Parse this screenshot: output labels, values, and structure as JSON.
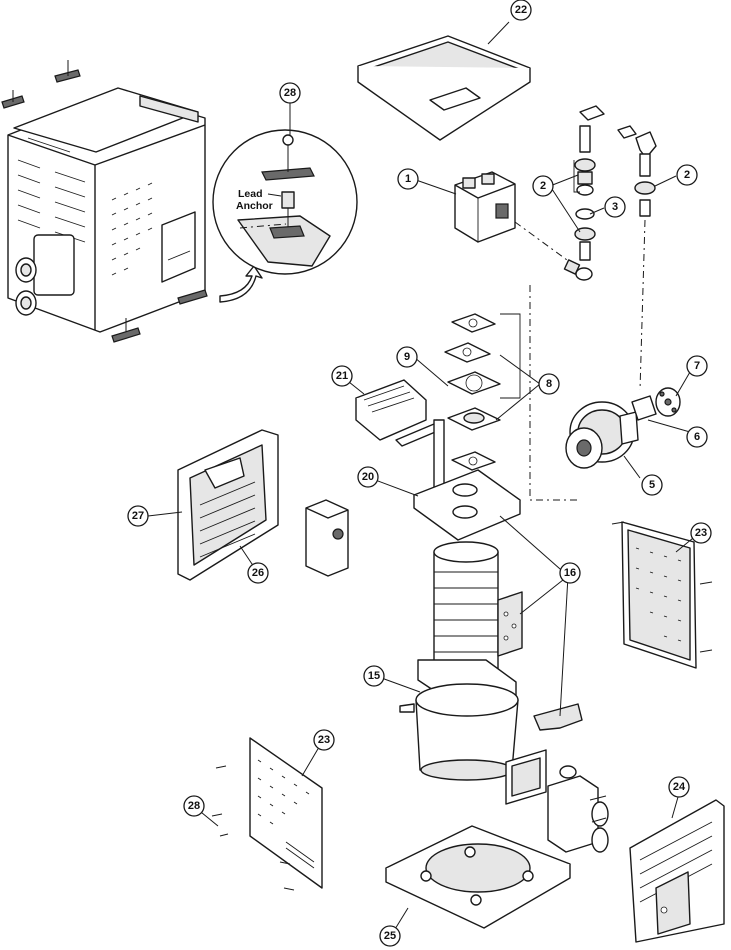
{
  "diagram": {
    "callouts": [
      {
        "id": "c1",
        "label": "1"
      },
      {
        "id": "c2a",
        "label": "2"
      },
      {
        "id": "c2b",
        "label": "2"
      },
      {
        "id": "c3",
        "label": "3"
      },
      {
        "id": "c5",
        "label": "5"
      },
      {
        "id": "c6",
        "label": "6"
      },
      {
        "id": "c7",
        "label": "7"
      },
      {
        "id": "c8",
        "label": "8"
      },
      {
        "id": "c9",
        "label": "9"
      },
      {
        "id": "c15",
        "label": "15"
      },
      {
        "id": "c16",
        "label": "16"
      },
      {
        "id": "c20",
        "label": "20"
      },
      {
        "id": "c21",
        "label": "21"
      },
      {
        "id": "c22",
        "label": "22"
      },
      {
        "id": "c23a",
        "label": "23"
      },
      {
        "id": "c23b",
        "label": "23"
      },
      {
        "id": "c24",
        "label": "24"
      },
      {
        "id": "c25",
        "label": "25"
      },
      {
        "id": "c26",
        "label": "26"
      },
      {
        "id": "c27",
        "label": "27"
      },
      {
        "id": "c28a",
        "label": "28"
      },
      {
        "id": "c28b",
        "label": "28"
      }
    ],
    "detail_note": {
      "line1": "Lead",
      "line2": "Anchor"
    }
  }
}
